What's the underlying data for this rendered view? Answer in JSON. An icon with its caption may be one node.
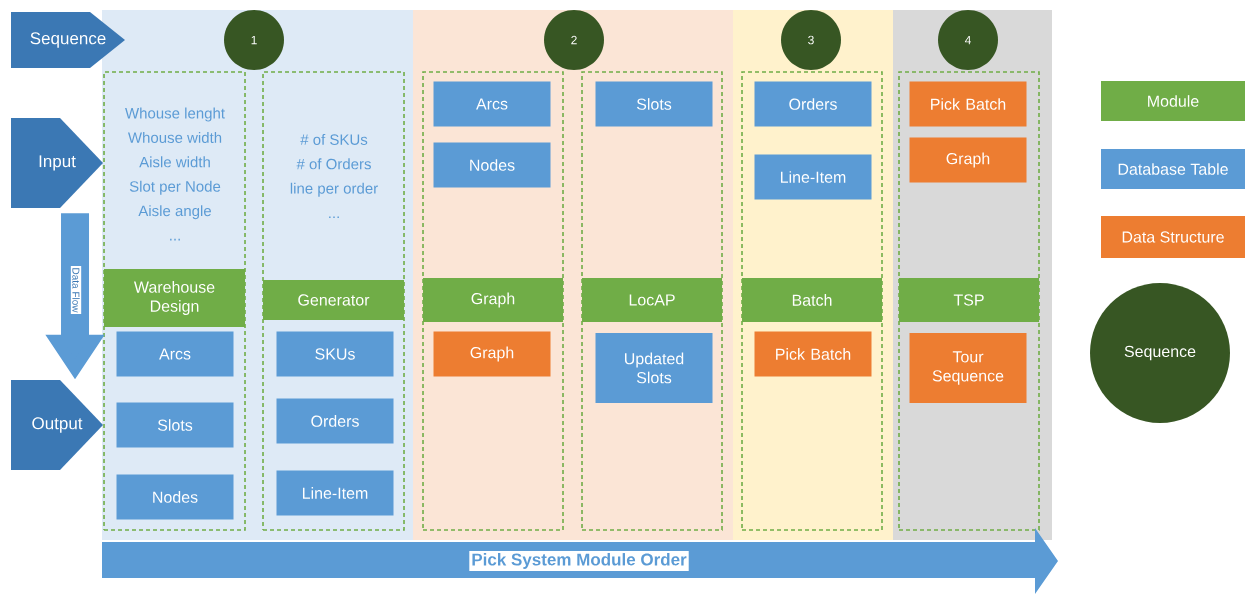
{
  "diagram": {
    "nodes": [
      {
        "text": [
          "Sequence"
        ]
      },
      {
        "text": [
          "Input"
        ]
      },
      {
        "text": [
          "Output"
        ]
      },
      {
        "text": [],
        "shape": "band"
      },
      {
        "text": [
          "1"
        ],
        "in": 3
      },
      {
        "text": [
          "Whouse lenght",
          "Whouse width",
          "Aisle width",
          "Slot per Node",
          "Aisle angle",
          "..."
        ],
        "in": 3
      },
      {
        "text": [
          "Warehouse Design"
        ],
        "in": 5
      },
      {
        "text": [
          "Arcs"
        ],
        "in": 5
      },
      {
        "text": [
          "Slots"
        ],
        "in": 5
      },
      {
        "text": [
          "Nodes"
        ],
        "in": 5
      },
      {
        "text": [
          "# of SKUs",
          "# of Orders",
          "line per order",
          "..."
        ],
        "in": 3
      },
      {
        "text": [
          "Generator"
        ],
        "in": 10
      },
      {
        "text": [
          "SKUs"
        ],
        "in": 10
      },
      {
        "text": [
          "Orders"
        ],
        "in": 10
      },
      {
        "text": [
          "Line-Item"
        ],
        "in": 10
      },
      {
        "text": [],
        "shape": "band"
      },
      {
        "text": [
          "2"
        ],
        "in": 15
      },
      {
        "text": [],
        "shape": "box",
        "in": 15
      },
      {
        "text": [
          "Arcs"
        ],
        "in": 17
      },
      {
        "text": [
          "Nodes"
        ],
        "in": 17
      },
      {
        "text": [
          "Graph"
        ],
        "in": 17
      },
      {
        "text": [
          "Graph"
        ],
        "in": 17
      },
      {
        "text": [],
        "shape": "box",
        "in": 15
      },
      {
        "text": [
          "Slots"
        ],
        "in": 22
      },
      {
        "text": [
          "LocAP"
        ],
        "in": 22
      },
      {
        "text": [
          "Updated Slots"
        ],
        "in": 22
      },
      {
        "text": [],
        "shape": "band"
      },
      {
        "text": [
          "3"
        ],
        "in": 26
      },
      {
        "text": [],
        "shape": "box",
        "in": 26
      },
      {
        "text": [
          "Orders"
        ],
        "in": 28
      },
      {
        "text": [
          "Line-Item"
        ],
        "in": 28
      },
      {
        "text": [
          "Batch"
        ],
        "in": 28
      },
      {
        "text": [
          "Pick Batch"
        ],
        "in": 28
      },
      {
        "text": [],
        "shape": "band"
      },
      {
        "text": [
          "4"
        ],
        "in": 33
      },
      {
        "text": [],
        "shape": "box",
        "in": 33
      },
      {
        "text": [
          "Pick Batch"
        ],
        "in": 35
      },
      {
        "text": [
          "Graph"
        ],
        "in": 35
      },
      {
        "text": [
          "TSP"
        ],
        "in": 35
      },
      {
        "text": [
          "Tour Sequence"
        ],
        "in": 35
      },
      {
        "text": [
          "Pick System Module Order"
        ]
      }
    ],
    "edges": [
      {
        "from": 1,
        "to": 2,
        "arrow": "to",
        "label": "Data Flow"
      }
    ],
    "legend": [
      {
        "text": "Module",
        "color": "#70ad47"
      },
      {
        "text": "Database Table",
        "color": "#5b9bd5"
      },
      {
        "text": "Data Structure",
        "color": "#ed7d31"
      },
      {
        "text": "Sequence",
        "color": "#375623"
      }
    ]
  }
}
